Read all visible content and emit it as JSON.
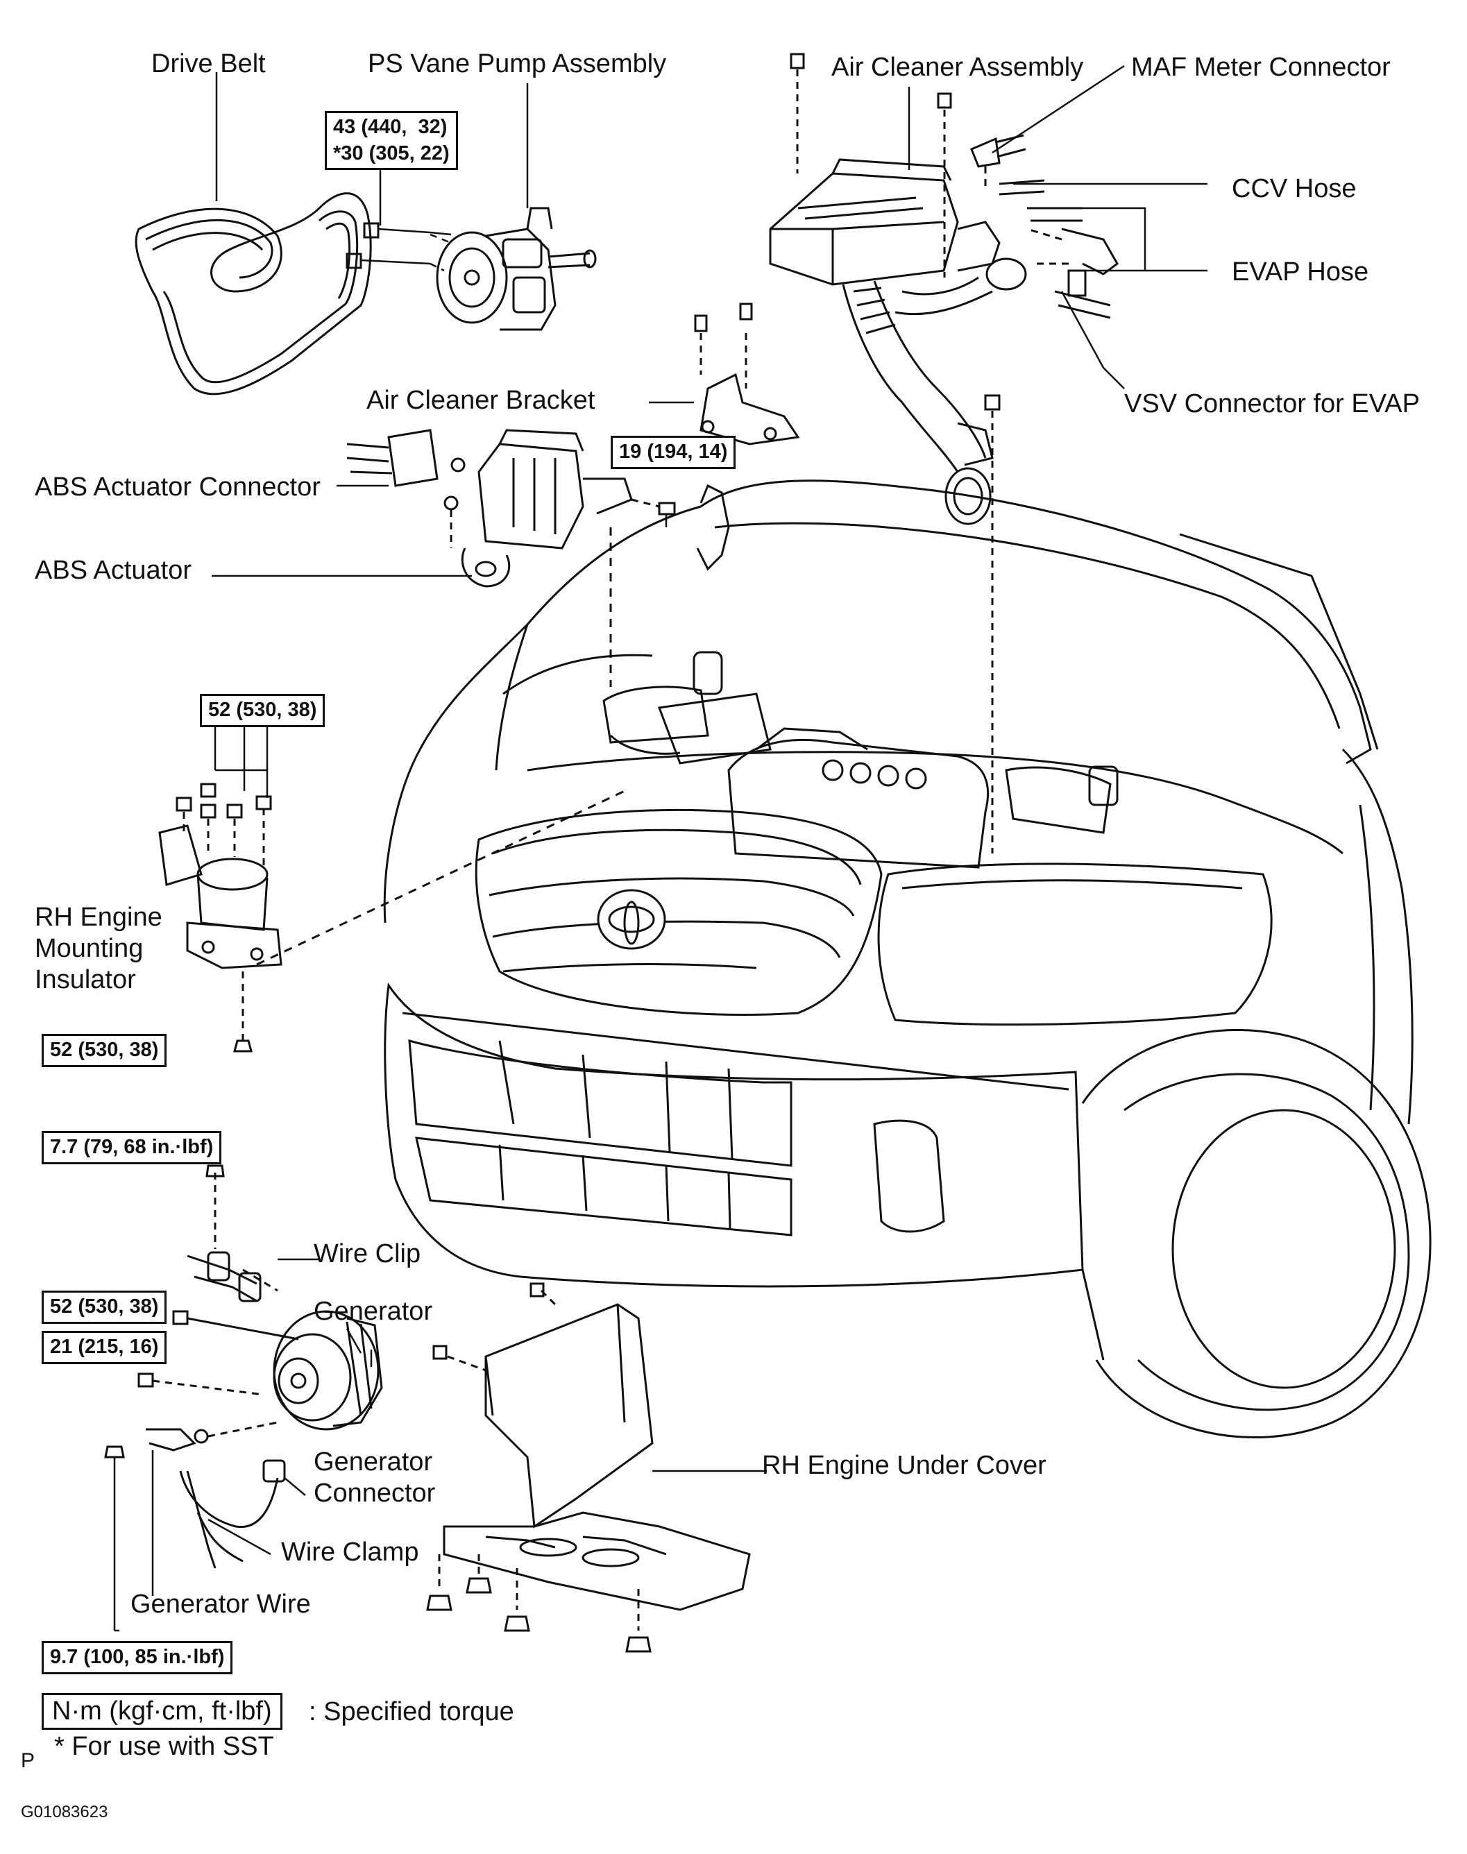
{
  "labels": {
    "drive_belt": "Drive Belt",
    "ps_vane_pump": "PS Vane Pump Assembly",
    "air_cleaner_assembly": "Air Cleaner Assembly",
    "maf_meter_connector": "MAF Meter Connector",
    "ccv_hose": "CCV Hose",
    "evap_hose": "EVAP Hose",
    "vsv_connector": "VSV Connector for EVAP",
    "air_cleaner_bracket": "Air Cleaner Bracket",
    "abs_actuator_connector": "ABS Actuator Connector",
    "abs_actuator": "ABS Actuator",
    "rh_engine_mounting_insulator": "RH Engine\nMounting\nInsulator",
    "wire_clip": "Wire Clip",
    "generator": "Generator",
    "generator_connector": "Generator\nConnector",
    "wire_clamp": "Wire Clamp",
    "generator_wire": "Generator Wire",
    "rh_engine_under_cover": "RH Engine Under Cover"
  },
  "torques": {
    "ps_pump": "43 (440,  32)\n*30 (305, 22)",
    "abs_bracket": "19 (194, 14)",
    "mount_upper": "52 (530, 38)",
    "mount_lower": "52 (530, 38)",
    "wire_clip_bolt": "7.7 (79, 68 in.·lbf)",
    "generator_bolt": "52 (530, 38)",
    "generator_lower": "21 (215, 16)",
    "generator_wire_nut": "9.7 (100, 85 in.·lbf)"
  },
  "legend": {
    "unit_box": "N·m (kgf·cm, ft·lbf)",
    "unit_desc": ": Specified torque",
    "sst_note": "* For use with SST"
  },
  "footer": {
    "letter": "P",
    "figure_code": "G01083623"
  }
}
